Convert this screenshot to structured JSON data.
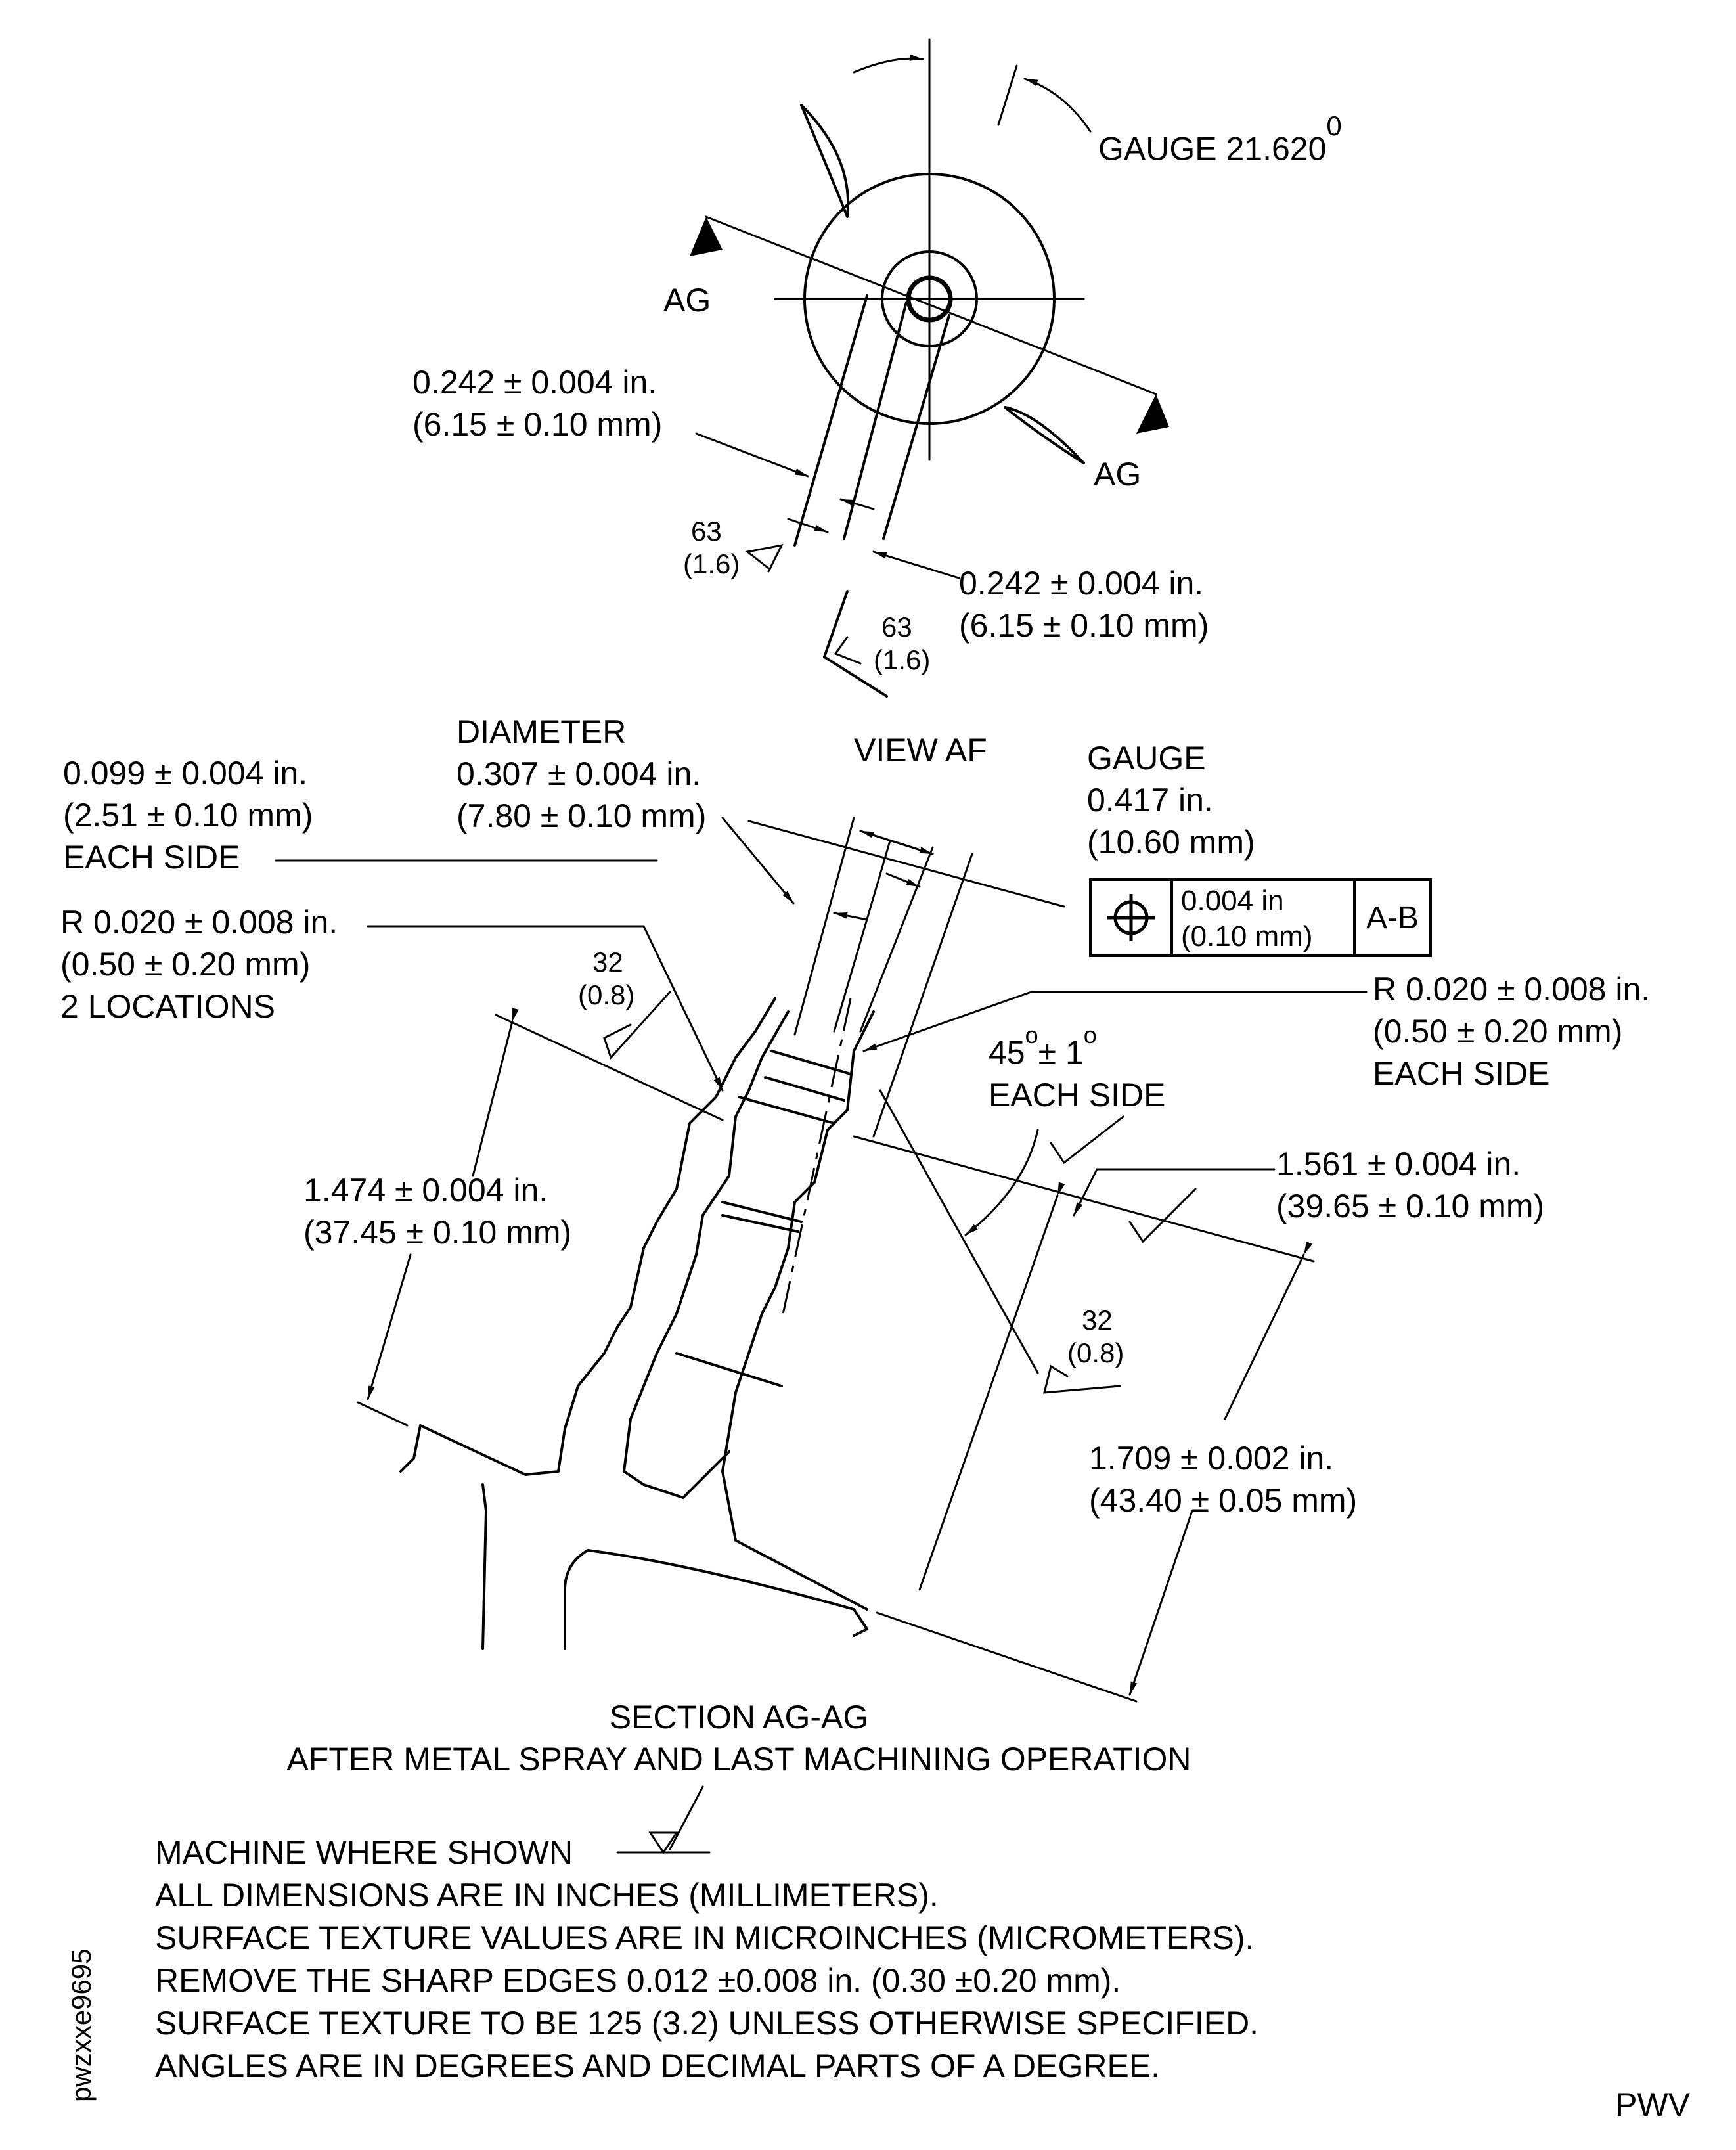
{
  "view_af": {
    "gauge_angle": "GAUGE 21.620",
    "gauge_angle_unit": "0",
    "section_label_left": "AG",
    "section_label_right": "AG",
    "width_dim_1": [
      "0.242 ± 0.004 in.",
      "(6.15 ± 0.10 mm)"
    ],
    "width_dim_2": [
      "0.242 ± 0.004 in.",
      "(6.15 ± 0.10 mm)"
    ],
    "finish_1": [
      "63",
      "(1.6)"
    ],
    "finish_2": [
      "63",
      "(1.6)"
    ],
    "title": "VIEW AF"
  },
  "section_ag": {
    "each_side_dim": [
      "0.099 ± 0.004 in.",
      "(2.51 ± 0.10 mm)",
      "EACH SIDE"
    ],
    "diameter_dim": [
      "DIAMETER",
      "0.307 ± 0.004 in.",
      "(7.80 ± 0.10 mm)"
    ],
    "gauge_dim": [
      "GAUGE",
      "0.417 in.",
      "(10.60 mm)"
    ],
    "feature_control": {
      "tolerance": [
        "0.004 in",
        "(0.10 mm)"
      ],
      "datum": "A-B"
    },
    "radius_left": [
      "R 0.020 ± 0.008 in.",
      "(0.50 ± 0.20 mm)",
      "2 LOCATIONS"
    ],
    "radius_right": [
      "R 0.020 ± 0.008 in.",
      "(0.50 ± 0.20 mm)",
      "EACH SIDE"
    ],
    "finish_left": [
      "32",
      "(0.8)"
    ],
    "finish_right": [
      "32",
      "(0.8)"
    ],
    "angle": {
      "value": "45",
      "tol": "± 1",
      "deg": "o",
      "each": "EACH SIDE"
    },
    "length_1": [
      "1.474 ± 0.004 in.",
      "(37.45 ± 0.10 mm)"
    ],
    "length_2": [
      "1.561 ± 0.004 in.",
      "(39.65 ± 0.10 mm)"
    ],
    "length_3": [
      "1.709 ± 0.002 in.",
      "(43.40 ± 0.05 mm)"
    ],
    "title": [
      "SECTION AG-AG",
      "AFTER METAL SPRAY AND LAST MACHINING OPERATION"
    ]
  },
  "notes": [
    "MACHINE WHERE SHOWN",
    "ALL DIMENSIONS ARE IN INCHES (MILLIMETERS).",
    "SURFACE TEXTURE VALUES ARE IN MICROINCHES (MICROMETERS).",
    "REMOVE THE SHARP EDGES 0.012 ±0.008 in. (0.30 ±0.20 mm).",
    "SURFACE TEXTURE TO BE 125 (3.2) UNLESS OTHERWISE SPECIFIED.",
    "ANGLES ARE IN DEGREES AND DECIMAL PARTS OF A DEGREE."
  ],
  "figure_id": "pwzxxe9695",
  "corner_code": "PWV"
}
